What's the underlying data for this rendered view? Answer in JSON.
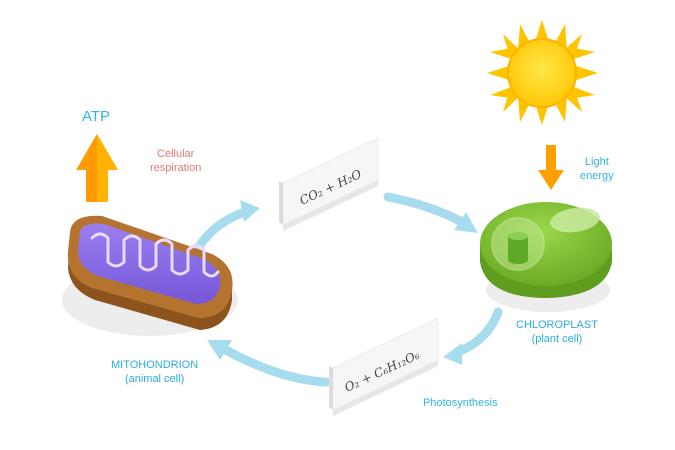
{
  "labels": {
    "atp": "ATP",
    "cellular_respiration": [
      "Cellular",
      "respiration"
    ],
    "light_energy": [
      "Light",
      "energy"
    ],
    "chloroplast": [
      "CHLOROPLAST",
      "(plant cell)"
    ],
    "mitochondrion": [
      "MITOHONDRION",
      "(animal cell)"
    ],
    "photosynthesis": "Photosynthesis"
  },
  "cards": {
    "top": "CO₂ + H₂O",
    "bottom": "O₂ + C₆H₁₂O₆"
  },
  "colors": {
    "arrow": "#a7dcef",
    "mito_outer": "#a8682a",
    "mito_inner": "#8a6ae6",
    "chloroplast": "#7bc32f",
    "sun": "#ffd600",
    "atp_arrow": "#ff9a00",
    "label_blue": "#33b6dd",
    "label_red": "#e07a72"
  }
}
